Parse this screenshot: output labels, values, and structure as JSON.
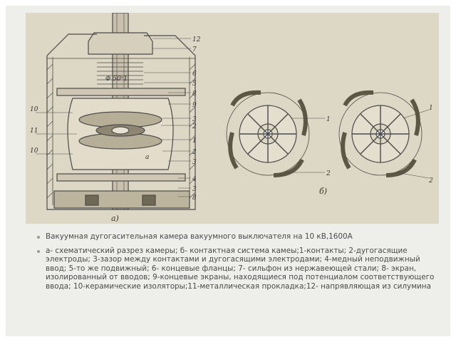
{
  "figure": {
    "labels_a": [
      "12",
      "7",
      "6",
      "5",
      "8",
      "9",
      "3",
      "2",
      "1",
      "2",
      "3",
      "4",
      "3",
      "8",
      "10",
      "11",
      "10",
      "a"
    ],
    "marking": "Φ 50ⁿ1",
    "caption_a": "а)",
    "caption_b": "б)",
    "labels_b1": [
      "1",
      "2"
    ],
    "labels_b2": [
      "1",
      "2"
    ]
  },
  "text": {
    "title": "Вакуумная дугогасительная камера вакуумного выключателя на 10 кВ,1600А",
    "description": "а- схематический разрез камеры; б- контактная система камеы;1-контакты; 2-дугогасящие электроды; 3-зазор между контактами и дугогасящими электродами; 4-медный неподвижный ввод; 5-то же подвижный; 6- концевые фланцы; 7- сильфон из нержавеющей стали; 8- экран, изолированный от вводов; 9-концевые экраны, находящиеся под потенциалом соответствующего ввода; 10-керамические изоляторы;11-металлическая прокладка;12- напрявляющая из силумина"
  }
}
